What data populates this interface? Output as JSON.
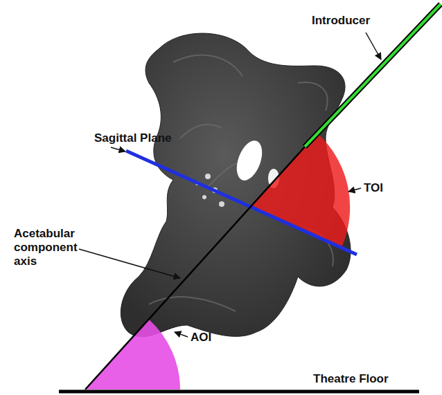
{
  "diagram": {
    "labels": [
      "Introducer",
      "Sagittal Plane",
      "Acetabular component axis",
      "TOI",
      "AOI",
      "Theatre Floor"
    ]
  }
}
